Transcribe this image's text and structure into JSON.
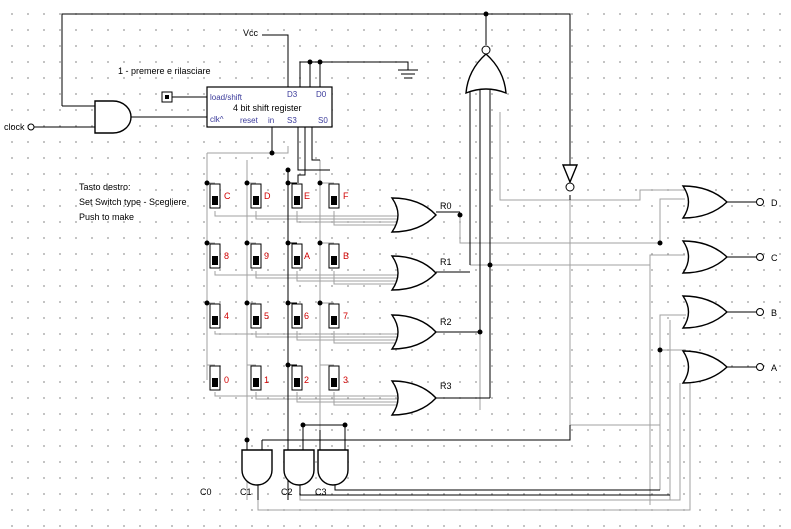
{
  "annotations": {
    "vcc": "Vcc",
    "instruction": "1 - premere e rilasciare",
    "help_line1": "Tasto destro:",
    "help_line2": "Set Switch type - Scegliere",
    "help_line3": "Push to make"
  },
  "register": {
    "title": "4 bit shift register",
    "pin_load_shift": "load/shift",
    "pin_clk": "clk^",
    "pin_reset": "reset",
    "pin_in": "in",
    "pin_d3": "D3",
    "pin_d0": "D0",
    "pin_s3": "S3",
    "pin_s0": "S0"
  },
  "inputs": {
    "clock": "clock"
  },
  "switch_labels": {
    "row0": [
      "C",
      "D",
      "E",
      "F"
    ],
    "row1": [
      "8",
      "9",
      "A",
      "B"
    ],
    "row2": [
      "4",
      "5",
      "6",
      "7"
    ],
    "row3": [
      "0",
      "1",
      "2",
      "3"
    ]
  },
  "row_labels": [
    "R0",
    "R1",
    "R2",
    "R3"
  ],
  "column_labels": [
    "C0",
    "C1",
    "C2",
    "C3"
  ],
  "outputs": [
    "D",
    "C",
    "B",
    "A"
  ],
  "colors": {
    "wire": "#000000",
    "bus": "#a0a0a0",
    "key_label": "#d00000",
    "grid_dot": "#b0b0b0"
  }
}
